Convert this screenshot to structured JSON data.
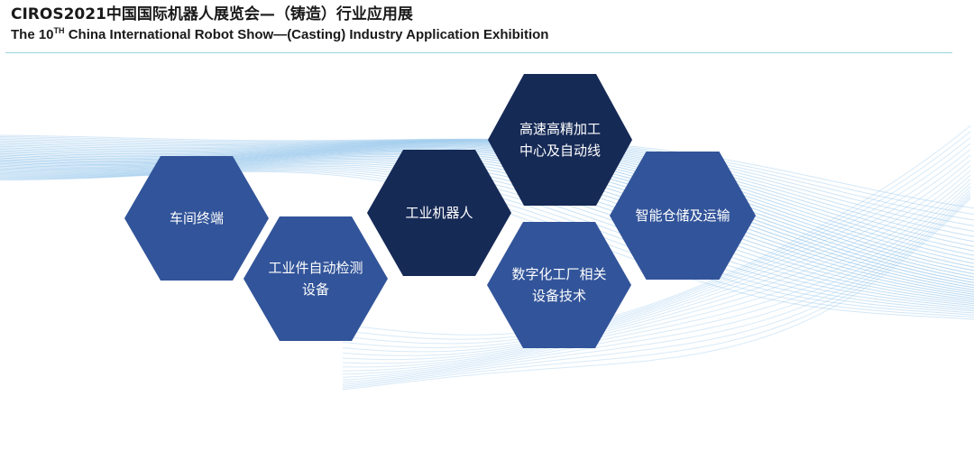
{
  "header": {
    "title_cn": "CIROS2021中国国际机器人展览会—（铸造）行业应用展",
    "title_en_prefix": "The 10",
    "title_en_sup": "TH",
    "title_en_suffix": " China International Robot Show—(Casting) Industry Application Exhibition"
  },
  "hexagons": [
    {
      "id": "workshop-terminal",
      "lines": [
        "车间终端"
      ],
      "color": "#32549a"
    },
    {
      "id": "workpiece-inspection",
      "lines": [
        "工业件自动检测",
        "设备"
      ],
      "color": "#32549a"
    },
    {
      "id": "industrial-robot",
      "lines": [
        "工业机器人"
      ],
      "color": "#162a56"
    },
    {
      "id": "machining-center",
      "lines": [
        "高速高精加工",
        "中心及自动线"
      ],
      "color": "#162a56"
    },
    {
      "id": "digital-factory",
      "lines": [
        "数字化工厂相关",
        "设备技术"
      ],
      "color": "#32549a"
    },
    {
      "id": "smart-warehouse",
      "lines": [
        "智能仓储及运输"
      ],
      "color": "#32549a"
    }
  ],
  "colors": {
    "navy": "#162a56",
    "blue": "#32549a",
    "wave": "#8ec2ea",
    "rule": "#9fd3dc"
  }
}
